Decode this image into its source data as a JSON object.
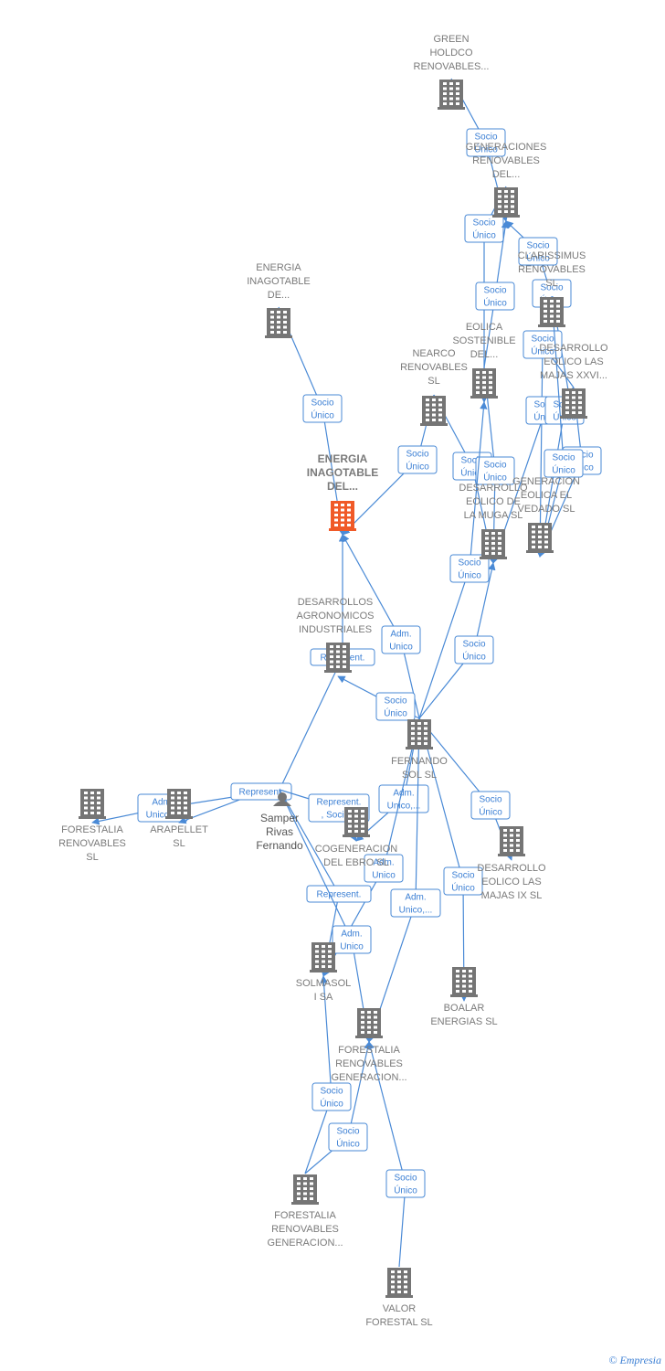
{
  "colors": {
    "node": "#757575",
    "main_node": "#f05a28",
    "edge": "#4a8ad6",
    "label": "#7a7a7a"
  },
  "nodes": [
    {
      "id": "green",
      "lines": [
        "GREEN",
        "HOLDCO",
        "RENOVABLES..."
      ],
      "type": "company"
    },
    {
      "id": "generaciones",
      "lines": [
        "GENERACIONES",
        "RENOVABLES",
        "DEL..."
      ],
      "type": "company"
    },
    {
      "id": "energia_de",
      "lines": [
        "ENERGIA",
        "INAGOTABLE",
        "DE..."
      ],
      "type": "company"
    },
    {
      "id": "clarissimus",
      "lines": [
        "CLARISSIMUS",
        "RENOVABLES",
        "SL"
      ],
      "type": "company"
    },
    {
      "id": "eolica",
      "lines": [
        "EOLICA",
        "SOSTENIBLE",
        "DEL..."
      ],
      "type": "company"
    },
    {
      "id": "nearco",
      "lines": [
        "NEARCO",
        "RENOVABLES",
        "SL"
      ],
      "type": "company"
    },
    {
      "id": "majas_xxvi",
      "lines": [
        "DESARROLLO",
        "EOLICO LAS",
        "MAJAS XXVI..."
      ],
      "type": "company"
    },
    {
      "id": "main",
      "lines": [
        "ENERGIA",
        "INAGOTABLE",
        "DEL..."
      ],
      "type": "main"
    },
    {
      "id": "muga",
      "lines": [
        "DESARROLLO",
        "EOLICO DE",
        "LA MUGA SL"
      ],
      "type": "company"
    },
    {
      "id": "vedado",
      "lines": [
        "GENERACION",
        "EOLICA EL",
        "VEDADO SL"
      ],
      "type": "company"
    },
    {
      "id": "agronomicos",
      "lines": [
        "DESARROLLOS",
        "AGRONOMICOS",
        "INDUSTRIALES"
      ],
      "type": "company"
    },
    {
      "id": "fernando",
      "lines": [
        "FERNANDO",
        "SOL SL"
      ],
      "type": "company"
    },
    {
      "id": "forestalia_sl",
      "lines": [
        "FORESTALIA",
        "RENOVABLES",
        "SL"
      ],
      "type": "company"
    },
    {
      "id": "arapellet",
      "lines": [
        "ARAPELLET",
        "SL"
      ],
      "type": "company"
    },
    {
      "id": "samper",
      "lines": [
        "Samper",
        "Rivas",
        "Fernando"
      ],
      "type": "person"
    },
    {
      "id": "cogeneracion",
      "lines": [
        "COGENERACION",
        "DEL EBRO SL"
      ],
      "type": "company"
    },
    {
      "id": "majas_ix",
      "lines": [
        "DESARROLLO",
        "EOLICO LAS",
        "MAJAS IX  SL"
      ],
      "type": "company"
    },
    {
      "id": "solmasol",
      "lines": [
        "SOLMASOL",
        "I SA"
      ],
      "type": "company"
    },
    {
      "id": "boalar",
      "lines": [
        "BOALAR",
        "ENERGIAS  SL"
      ],
      "type": "company"
    },
    {
      "id": "forestalia_gen",
      "lines": [
        "FORESTALIA",
        "RENOVABLES",
        "GENERACION..."
      ],
      "type": "company"
    },
    {
      "id": "forestalia_gen2",
      "lines": [
        "FORESTALIA",
        "RENOVABLES",
        "GENERACION..."
      ],
      "type": "company"
    },
    {
      "id": "valor",
      "lines": [
        "VALOR",
        "FORESTAL SL"
      ],
      "type": "company"
    }
  ],
  "edges": [
    {
      "label": [
        "Socio",
        "Único"
      ]
    },
    {
      "label": [
        "Socio",
        "Único"
      ]
    },
    {
      "label": [
        "Socio",
        "Único"
      ]
    },
    {
      "label": [
        "Socio",
        "Único"
      ]
    },
    {
      "label": [
        "Socio",
        "Único"
      ]
    },
    {
      "label": [
        "Socio",
        "Único"
      ]
    },
    {
      "label": [
        "Socio",
        "Único"
      ]
    },
    {
      "label": [
        "Socio",
        "Único"
      ]
    },
    {
      "label": [
        "Socio",
        "Único"
      ]
    },
    {
      "label": [
        "Socio",
        "Único"
      ]
    },
    {
      "label": [
        "Socio",
        "Único"
      ]
    },
    {
      "label": [
        "Socio",
        "Único"
      ]
    },
    {
      "label": [
        "Socio",
        "Único"
      ]
    },
    {
      "label": [
        "Socio",
        "Único"
      ]
    },
    {
      "label": [
        "Socio",
        "Único"
      ]
    },
    {
      "label": [
        "Socio",
        "Único"
      ]
    },
    {
      "label": [
        "Adm.",
        "Unico"
      ]
    },
    {
      "label": [
        "Represent."
      ]
    },
    {
      "label": [
        "Socio",
        "Único"
      ]
    },
    {
      "label": [
        "Adm.",
        "Unico,..."
      ]
    },
    {
      "label": [
        "Represent."
      ]
    },
    {
      "label": [
        "Represent.",
        ", Socio..."
      ]
    },
    {
      "label": [
        "Adm.",
        "Unico,..."
      ]
    },
    {
      "label": [
        "Socio",
        "Único"
      ]
    },
    {
      "label": [
        "Adm.",
        "Unico"
      ]
    },
    {
      "label": [
        "Socio",
        "Único"
      ]
    },
    {
      "label": [
        "Represent."
      ]
    },
    {
      "label": [
        "Adm.",
        "Unico,..."
      ]
    },
    {
      "label": [
        "Adm.",
        "Unico"
      ]
    },
    {
      "label": [
        "Socio",
        "Único"
      ]
    },
    {
      "label": [
        "Socio",
        "Único"
      ]
    },
    {
      "label": [
        "Socio",
        "Único"
      ]
    }
  ],
  "footer": {
    "copyright": "©",
    "brand": "Empresia"
  }
}
